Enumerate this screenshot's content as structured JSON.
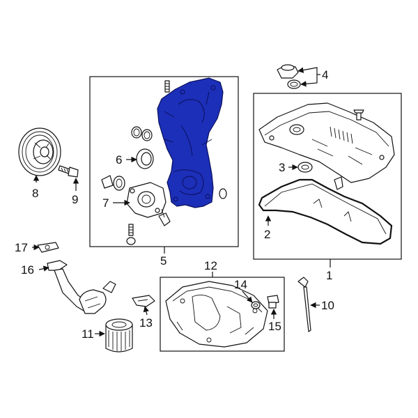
{
  "callouts": {
    "c1": "1",
    "c2": "2",
    "c3": "3",
    "c4": "4",
    "c5": "5",
    "c6": "6",
    "c7": "7",
    "c8": "8",
    "c9": "9",
    "c10": "10",
    "c11": "11",
    "c12": "12",
    "c13": "13",
    "c14": "14",
    "c15": "15",
    "c16": "16",
    "c17": "17"
  },
  "colors": {
    "highlight": "#1c2fb8",
    "line": "#111111",
    "background": "#ffffff"
  }
}
